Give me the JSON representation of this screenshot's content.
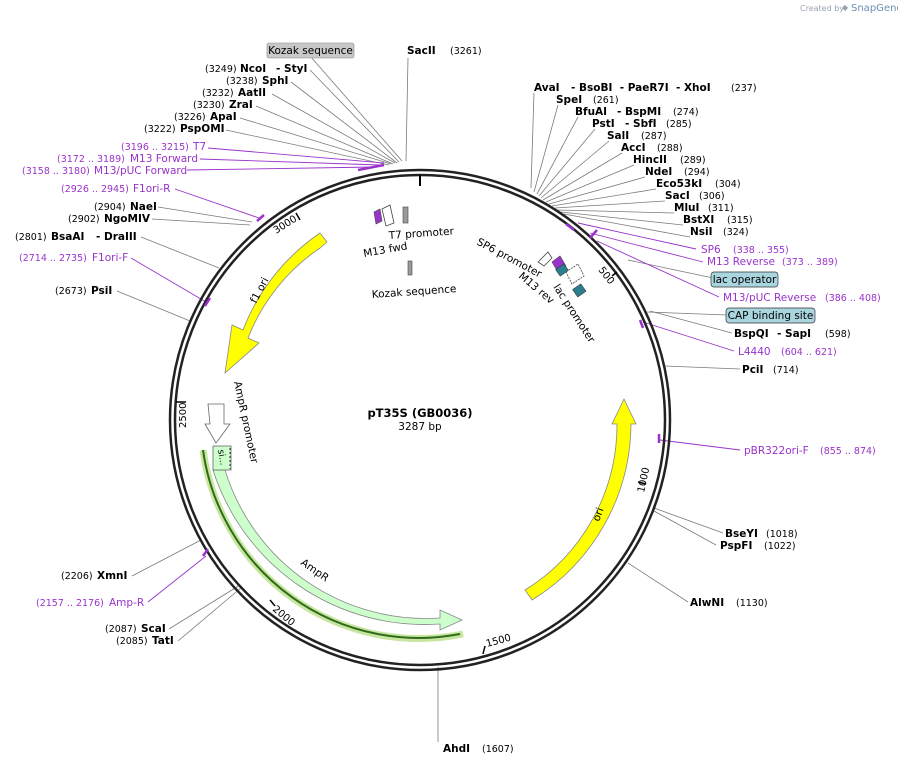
{
  "branding": {
    "created_by": "Created by",
    "app_name": "SnapGene"
  },
  "plasmid": {
    "name": "pT35S (GB0036)",
    "length": "3287 bp"
  },
  "colors": {
    "yellow_feature": "#ffff00",
    "green_feature": "#ccffcc",
    "primer": "#9933cc",
    "teal_feature": "#2a7f8f",
    "lac_box": "#a9d5df",
    "kozak_box": "#c8c8c8",
    "highlight": "#c8e6a0"
  },
  "left_enzymes": [
    {
      "pos": "(3249)",
      "name": "NcoI",
      "extra": "- StyI"
    },
    {
      "pos": "(3238)",
      "name": "SphI",
      "extra": ""
    },
    {
      "pos": "(3232)",
      "name": "AatII",
      "extra": ""
    },
    {
      "pos": "(3230)",
      "name": "ZraI",
      "extra": ""
    },
    {
      "pos": "(3226)",
      "name": "ApaI",
      "extra": ""
    },
    {
      "pos": "(3222)",
      "name": "PspOMI",
      "extra": ""
    },
    {
      "pos": "(2904)",
      "name": "NaeI",
      "extra": ""
    },
    {
      "pos": "(2902)",
      "name": "NgoMIV",
      "extra": ""
    },
    {
      "pos": "(2801)",
      "name": "BsaAI",
      "extra": "- DraIII"
    },
    {
      "pos": "(2673)",
      "name": "PsiI",
      "extra": ""
    },
    {
      "pos": "(2206)",
      "name": "XmnI",
      "extra": ""
    },
    {
      "pos": "(2087)",
      "name": "ScaI",
      "extra": ""
    },
    {
      "pos": "(2085)",
      "name": "TatI",
      "extra": ""
    }
  ],
  "left_primers": [
    {
      "pos": "(3196 .. 3215)",
      "name": "T7"
    },
    {
      "pos": "(3172 .. 3189)",
      "name": "M13 Forward"
    },
    {
      "pos": "(3158 .. 3180)",
      "name": "M13/pUC Forward"
    },
    {
      "pos": "(2926 .. 2945)",
      "name": "F1ori-R"
    },
    {
      "pos": "(2714 .. 2735)",
      "name": "F1ori-F"
    },
    {
      "pos": "(2157 .. 2176)",
      "name": "Amp-R"
    }
  ],
  "top_enzyme": {
    "name": "SacII",
    "pos": "(3261)"
  },
  "kozak_top": "Kozak sequence",
  "right_enzymes": [
    {
      "name": "AvaI",
      "extra": "- BsoBI  - PaeR7I  - XhoI",
      "pos": "(237)"
    },
    {
      "name": "SpeI",
      "extra": "",
      "pos": "(261)"
    },
    {
      "name": "BfuAI",
      "extra": "- BspMI",
      "pos": "(274)"
    },
    {
      "name": "PstI",
      "extra": "- SbfI",
      "pos": "(285)"
    },
    {
      "name": "SalI",
      "extra": "",
      "pos": "(287)"
    },
    {
      "name": "AccI",
      "extra": "",
      "pos": "(288)"
    },
    {
      "name": "HincII",
      "extra": "",
      "pos": "(289)"
    },
    {
      "name": "NdeI",
      "extra": "",
      "pos": "(294)"
    },
    {
      "name": "Eco53kI",
      "extra": "",
      "pos": "(304)"
    },
    {
      "name": "SacI",
      "extra": "",
      "pos": "(306)"
    },
    {
      "name": "MluI",
      "extra": "",
      "pos": "(311)"
    },
    {
      "name": "BstXI",
      "extra": "",
      "pos": "(315)"
    },
    {
      "name": "NsiI",
      "extra": "",
      "pos": "(324)"
    },
    {
      "name": "BspQI",
      "extra": "- SapI",
      "pos": "(598)"
    },
    {
      "name": "PciI",
      "extra": "",
      "pos": "(714)"
    },
    {
      "name": "BseYI",
      "extra": "",
      "pos": "(1018)"
    },
    {
      "name": "PspFI",
      "extra": "",
      "pos": "(1022)"
    },
    {
      "name": "AlwNI",
      "extra": "",
      "pos": "(1130)"
    }
  ],
  "right_primers": [
    {
      "name": "SP6",
      "pos": "(338 .. 355)"
    },
    {
      "name": "M13 Reverse",
      "pos": "(373 .. 389)"
    },
    {
      "name": "M13/pUC Reverse",
      "pos": "(386 .. 408)"
    },
    {
      "name": "L4440",
      "pos": "(604 .. 621)"
    },
    {
      "name": "pBR322ori-F",
      "pos": "(855 .. 874)"
    }
  ],
  "right_boxes": {
    "lac_operator": "lac operator",
    "cap_site": "CAP binding site"
  },
  "bottom_enzyme": {
    "name": "AhdI",
    "pos": "(1607)"
  },
  "ticks": [
    "500",
    "1000",
    "1500",
    "2000",
    "2500",
    "3000"
  ],
  "features": {
    "f1_ori": "f1 ori",
    "ori": "ori",
    "ampr": "AmpR",
    "ampr_promoter": "AmpR promoter",
    "signal": "si...",
    "t7_promoter": "T7 promoter",
    "m13_fwd": "M13 fwd",
    "kozak_inner": "Kozak sequence",
    "sp6_promoter": "SP6 promoter",
    "m13_rev": "M13 rev",
    "lac_promoter": "lac promoter"
  }
}
